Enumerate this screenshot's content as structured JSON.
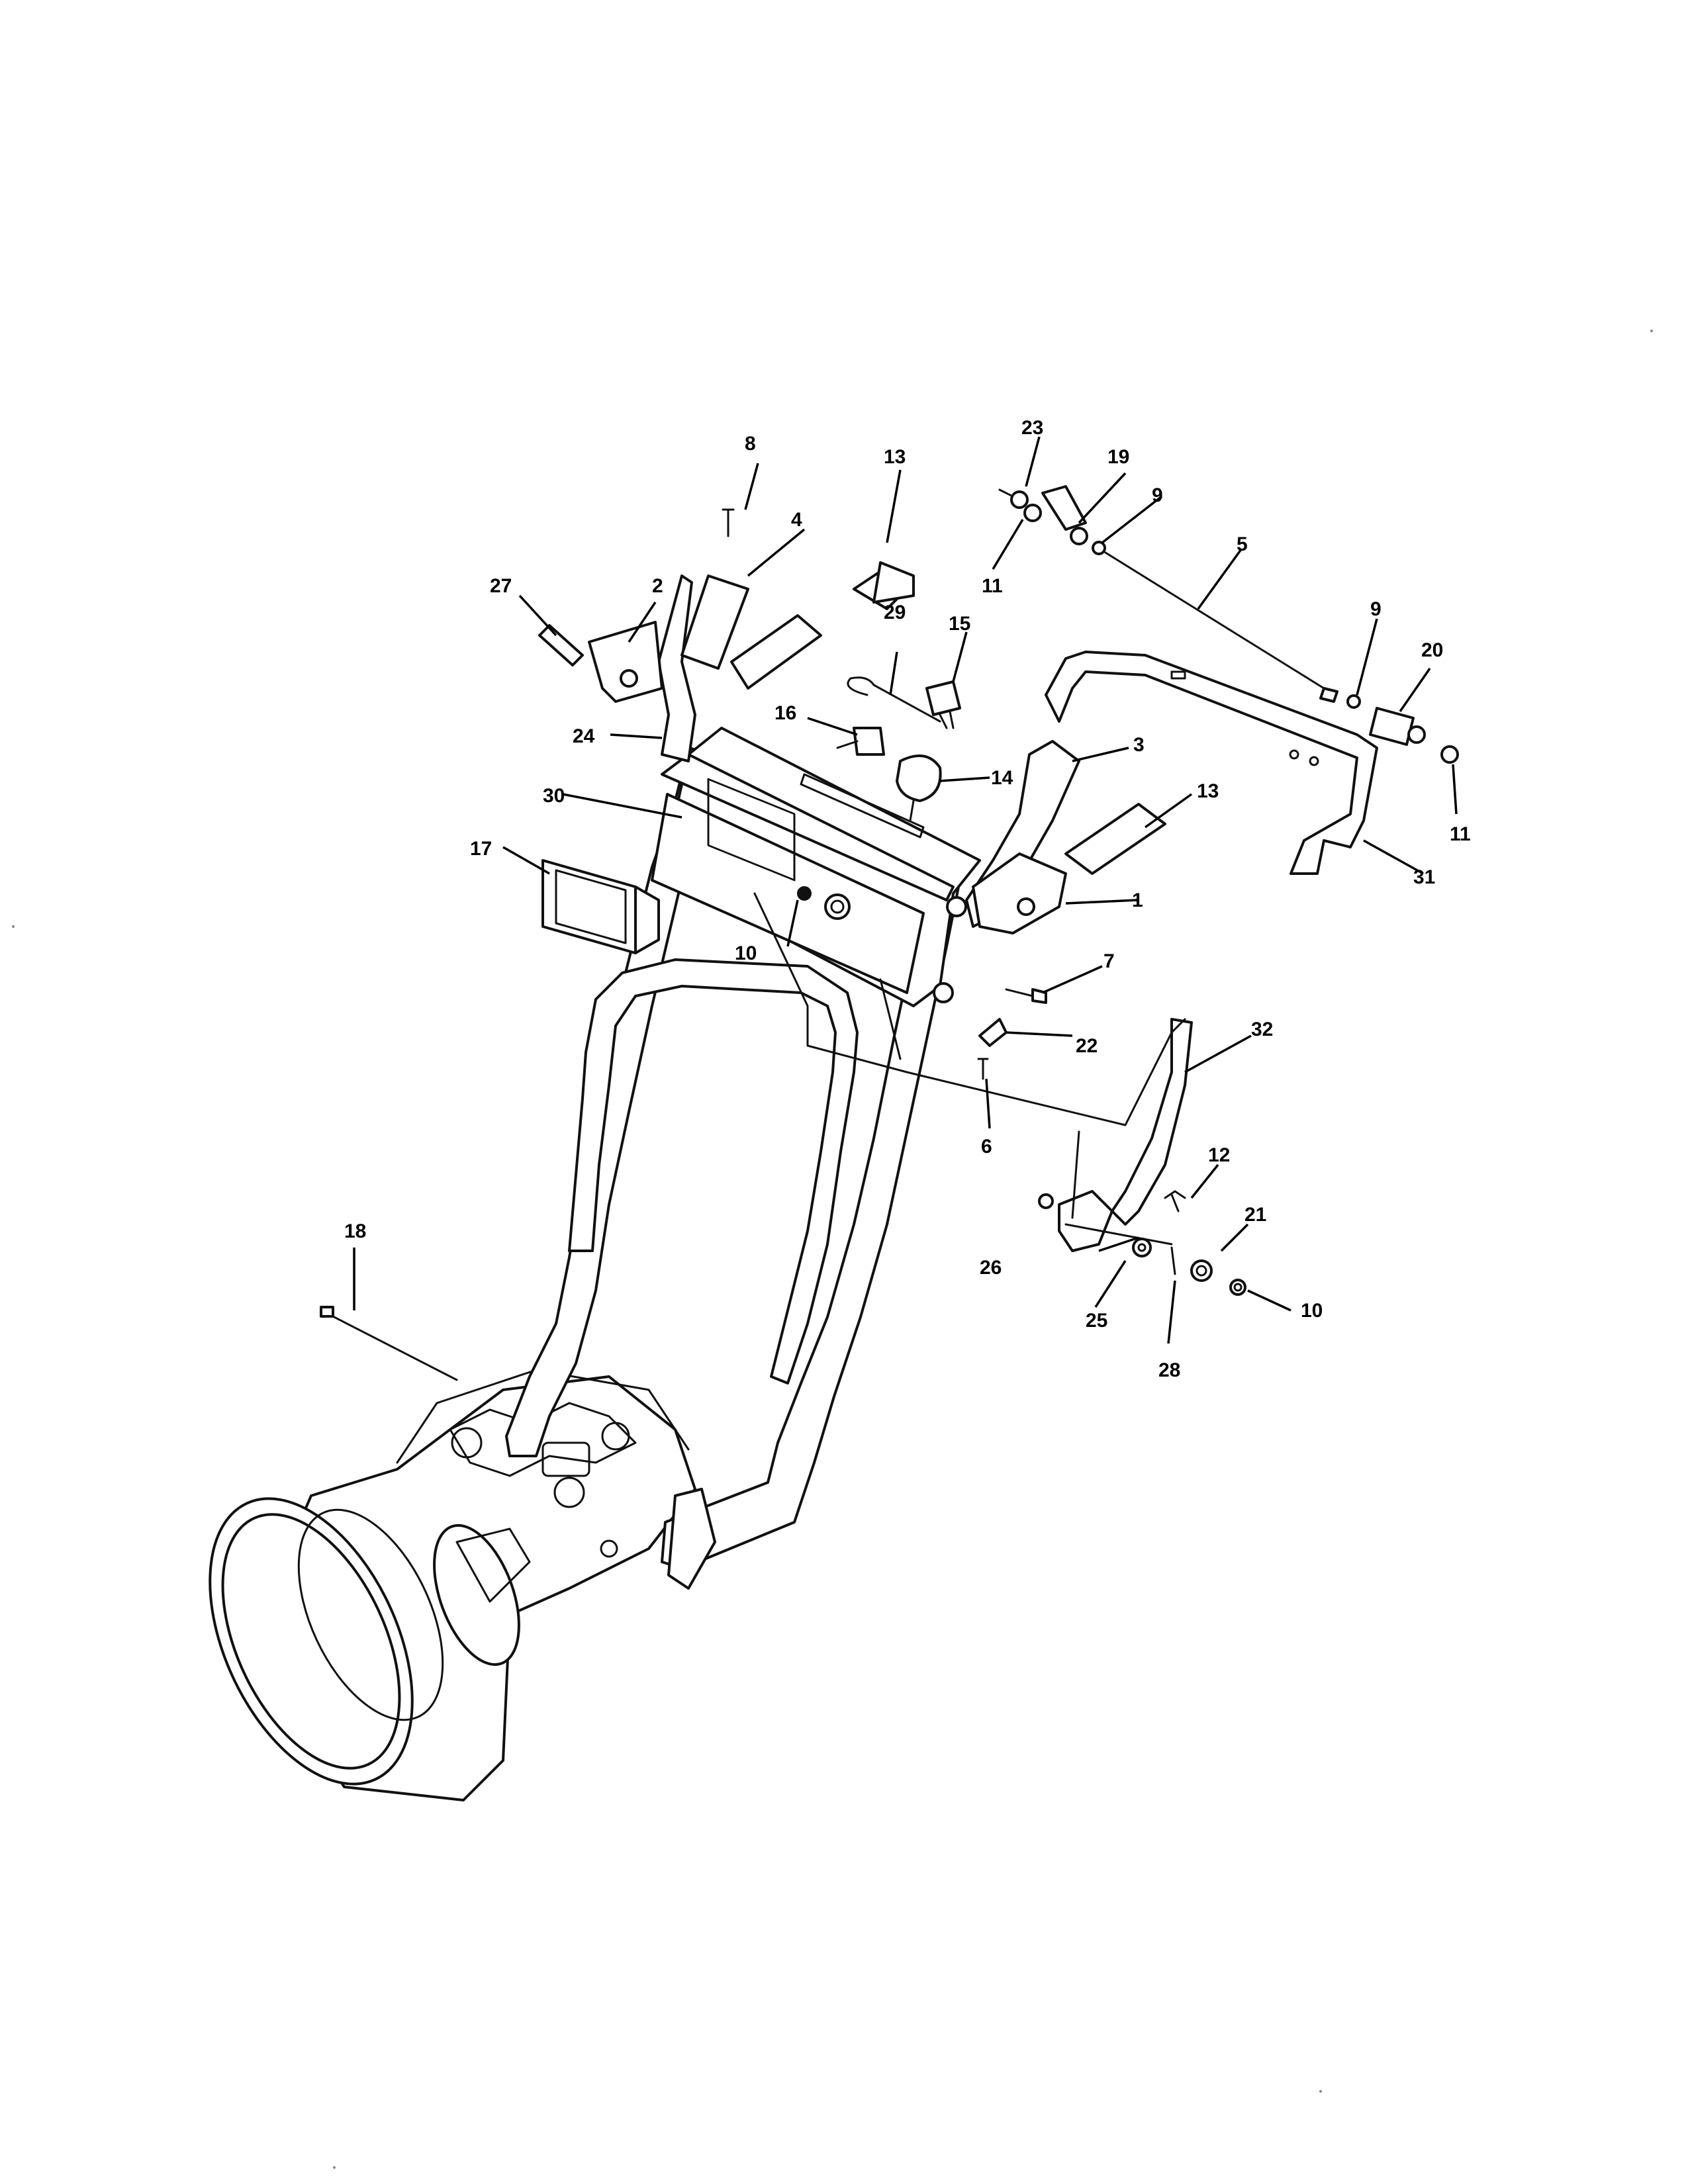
{
  "callouts": {
    "c1": "1",
    "c2": "2",
    "c3": "3",
    "c4": "4",
    "c5": "5",
    "c6": "6",
    "c7": "7",
    "c8": "8",
    "c9a": "9",
    "c9b": "9",
    "c10a": "10",
    "c10b": "10",
    "c11a": "11",
    "c11b": "11",
    "c12": "12",
    "c13a": "13",
    "c13b": "13",
    "c14": "14",
    "c15": "15",
    "c16": "16",
    "c17": "17",
    "c18": "18",
    "c19": "19",
    "c20": "20",
    "c21": "21",
    "c22": "22",
    "c23": "23",
    "c24": "24",
    "c25": "25",
    "c26": "26",
    "c27": "27",
    "c28": "28",
    "c29": "29",
    "c30": "30",
    "c31": "31",
    "c32": "32"
  }
}
